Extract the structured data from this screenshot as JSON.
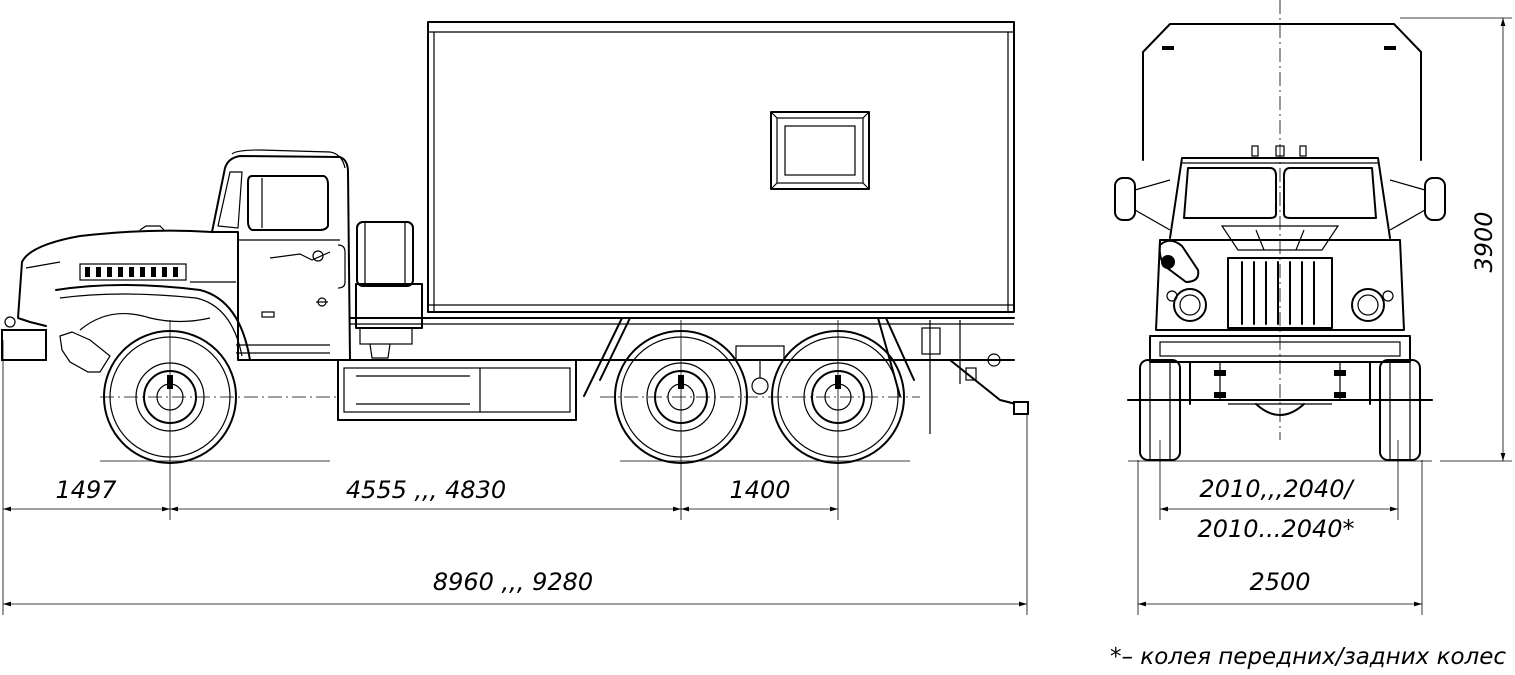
{
  "dimensions": {
    "front_overhang": "1497",
    "wheelbase": "4555 ,,, 4830",
    "rear_axle_spacing": "1400",
    "overall_length": "8960 ,,, 9280",
    "overall_height": "3900",
    "track_line1": "2010,,,2040/",
    "track_line2": "2010...2040*",
    "overall_width": "2500"
  },
  "note": "*– колея передних/задних колес"
}
